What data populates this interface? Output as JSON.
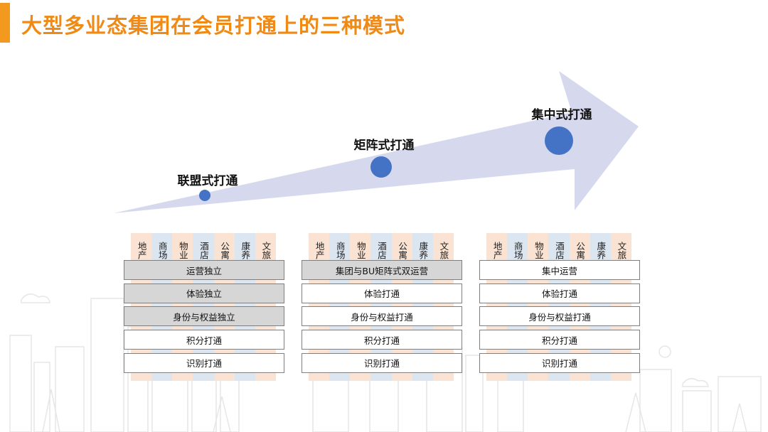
{
  "title": "大型多业态集团在会员打通上的三种模式",
  "colors": {
    "accent": "#ef8a17",
    "arrow_fill": "#d6d9ee",
    "dot": "#4472c4",
    "layer_gray": "#d6d6d6",
    "column_peach": "#fbe3d3",
    "column_blue": "#dce6f1"
  },
  "stages": [
    {
      "label": "联盟式打通"
    },
    {
      "label": "矩阵式打通"
    },
    {
      "label": "集中式打通"
    }
  ],
  "business_columns": [
    "地产",
    "商场",
    "物业",
    "酒店",
    "公寓",
    "康养",
    "文旅"
  ],
  "models": [
    {
      "layers": [
        {
          "label": "运营独立",
          "shaded": true
        },
        {
          "label": "体验独立",
          "shaded": true
        },
        {
          "label": "身份与权益独立",
          "shaded": true
        },
        {
          "label": "积分打通",
          "shaded": false
        },
        {
          "label": "识别打通",
          "shaded": false
        }
      ]
    },
    {
      "layers": [
        {
          "label": "集团与BU矩阵式双运营",
          "shaded": true
        },
        {
          "label": "体验打通",
          "shaded": false
        },
        {
          "label": "身份与权益打通",
          "shaded": false
        },
        {
          "label": "积分打通",
          "shaded": false
        },
        {
          "label": "识别打通",
          "shaded": false
        }
      ]
    },
    {
      "layers": [
        {
          "label": "集中运营",
          "shaded": false
        },
        {
          "label": "体验打通",
          "shaded": false
        },
        {
          "label": "身份与权益打通",
          "shaded": false
        },
        {
          "label": "积分打通",
          "shaded": false
        },
        {
          "label": "识别打通",
          "shaded": false
        }
      ]
    }
  ]
}
